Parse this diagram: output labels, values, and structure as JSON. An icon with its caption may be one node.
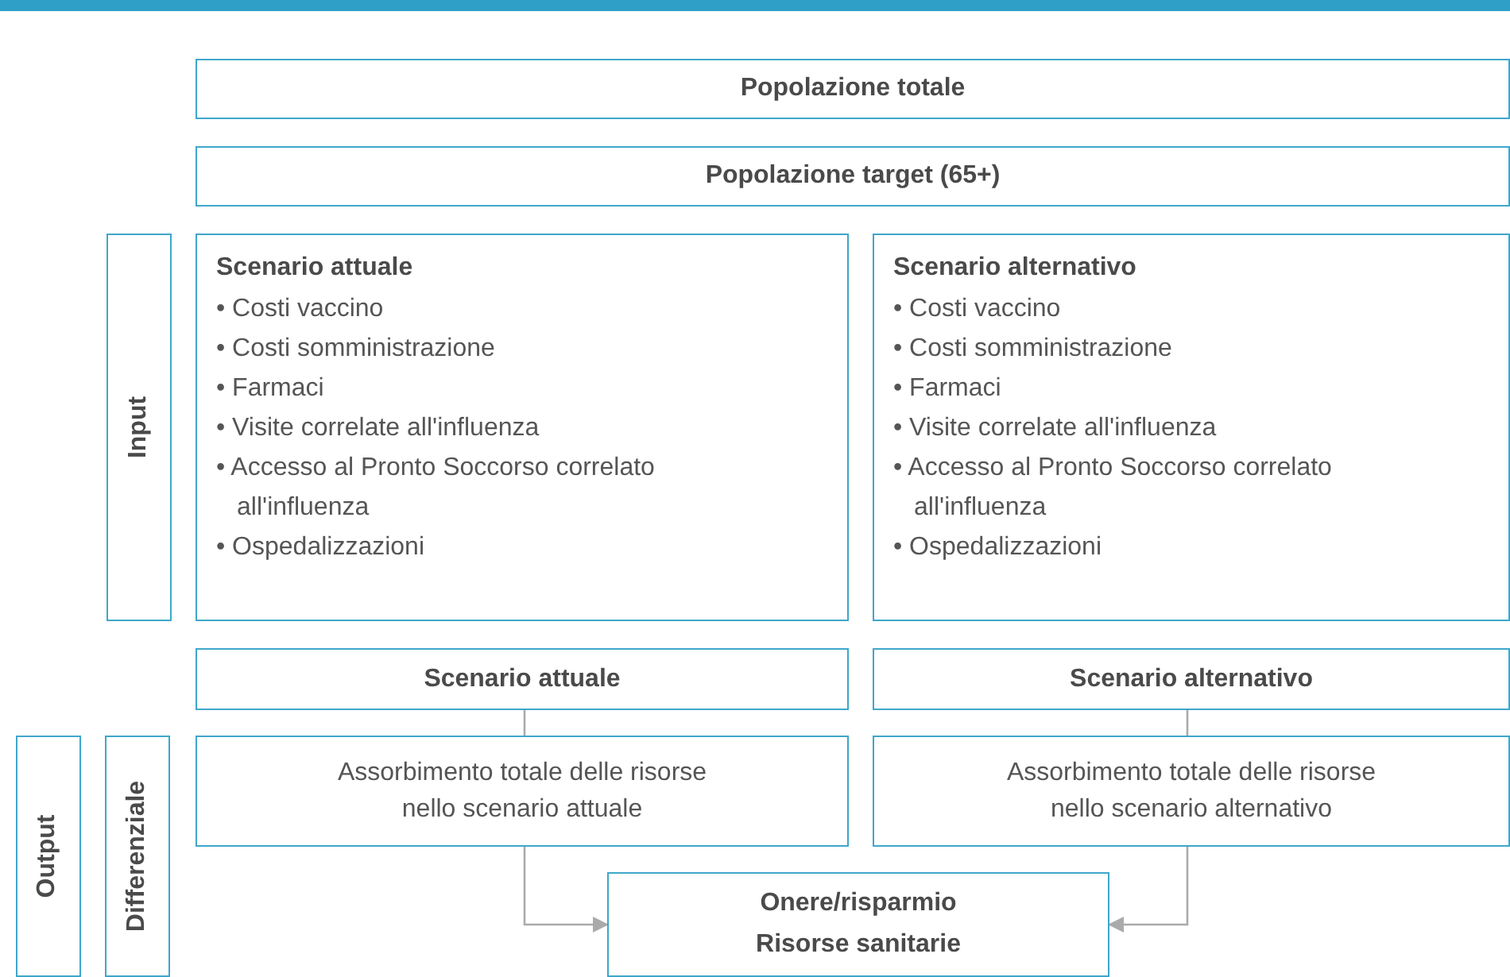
{
  "diagram": {
    "nodes": [
      {
        "text": [
          "Popolazione totale"
        ]
      },
      {
        "text": [
          "Popolazione target (65+)"
        ]
      },
      {
        "text": [
          "Input"
        ]
      },
      {
        "text": [
          "Scenario attuale",
          "• Costi vaccino",
          "• Costi somministrazione",
          "• Farmaci",
          "• Visite correlate all'influenza",
          "• Accesso al Pronto Soccorso correlato all'influenza",
          "• Ospedalizzazioni"
        ]
      },
      {
        "text": [
          "Scenario alternativo",
          "• Costi vaccino",
          "• Costi somministrazione",
          "• Farmaci",
          "• Visite correlate all'influenza",
          "• Accesso al Pronto Soccorso correlato all'influenza",
          "• Ospedalizzazioni"
        ]
      },
      {
        "text": [
          "Scenario attuale"
        ]
      },
      {
        "text": [
          "Scenario alternativo"
        ]
      },
      {
        "text": [
          "Output"
        ]
      },
      {
        "text": [
          "Differenziale"
        ]
      },
      {
        "text": [
          "Assorbimento totale delle risorse nello scenario attuale"
        ]
      },
      {
        "text": [
          "Assorbimento totale delle risorse nello scenario alternativo"
        ]
      },
      {
        "text": [
          "Onere/risparmio",
          "Risorse sanitarie"
        ]
      }
    ],
    "edges": [
      {
        "from": 5,
        "to": 9,
        "arrow": "none"
      },
      {
        "from": 6,
        "to": 10,
        "arrow": "none"
      },
      {
        "from": 9,
        "to": 11,
        "arrow": "to"
      },
      {
        "from": 10,
        "to": 11,
        "arrow": "to"
      }
    ]
  }
}
